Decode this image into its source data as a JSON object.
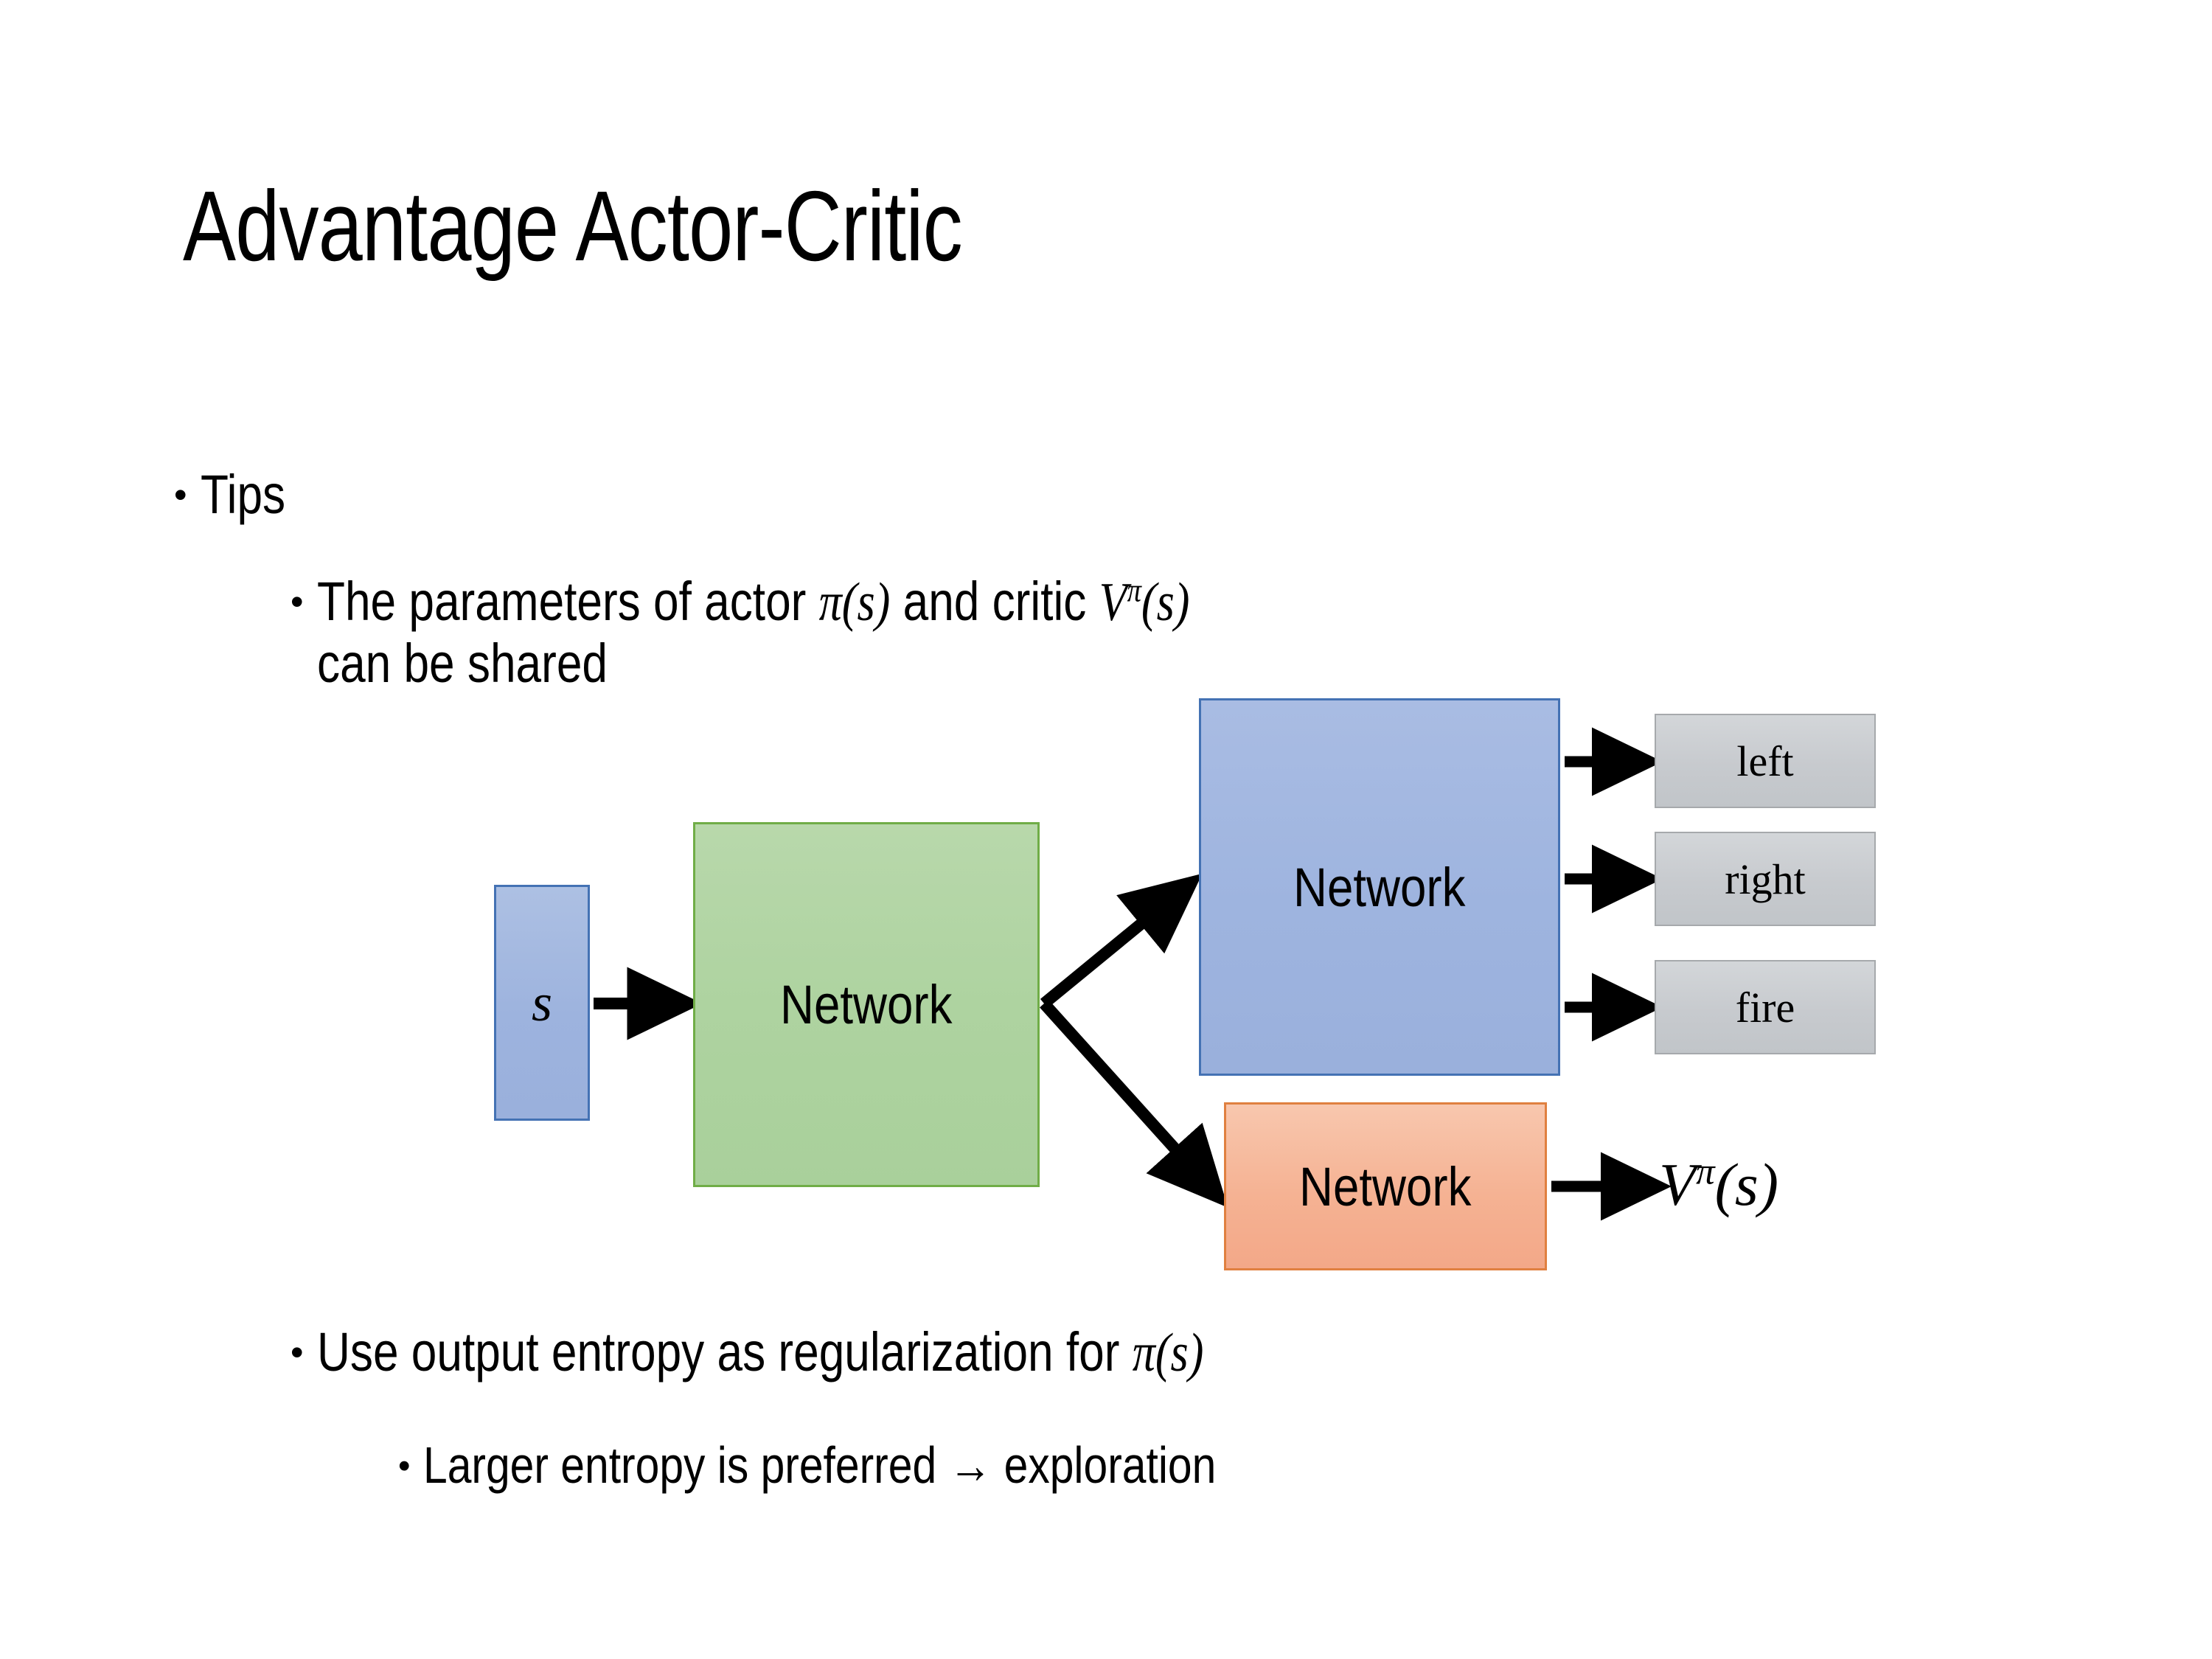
{
  "slide": {
    "title": "Advantage Actor-Critic",
    "background_color": "#ffffff",
    "text_color": "#000000"
  },
  "bullets": {
    "tips": {
      "marker": "•",
      "text": "Tips"
    },
    "params": {
      "marker": "•",
      "line1_prefix": "The parameters of actor ",
      "line1_math_actor_symbol": "π",
      "line1_math_actor_arg": "(s)",
      "line1_mid": "  and critic ",
      "line1_math_critic_symbol": "V",
      "line1_math_critic_sup": "π",
      "line1_math_critic_arg": "(s)",
      "line2": "can be shared"
    },
    "entropy": {
      "marker": "•",
      "prefix": "Use output entropy as regularization for ",
      "math_symbol": "π",
      "math_arg": "(s)"
    },
    "larger": {
      "marker": "•",
      "text": "Larger entropy is preferred → exploration"
    }
  },
  "diagram": {
    "input_node": {
      "label": "s",
      "fill": "#9db3de",
      "border": "#4472b4"
    },
    "shared_network": {
      "label": "Network",
      "fill": "#aed3a0",
      "border": "#70ad47"
    },
    "actor_network": {
      "label": "Network",
      "fill": "#9eb4df",
      "border": "#4472b4"
    },
    "critic_network": {
      "label": "Network",
      "fill": "#f5b293",
      "border": "#e08040"
    },
    "action_outputs": [
      {
        "label": "left",
        "fill": "#c7cace",
        "border": "#a6a9ac"
      },
      {
        "label": "right",
        "fill": "#c7cace",
        "border": "#a6a9ac"
      },
      {
        "label": "fire",
        "fill": "#c7cace",
        "border": "#a6a9ac"
      }
    ],
    "value_output": {
      "symbol": "V",
      "superscript": "π",
      "argument": "(s)"
    },
    "arrow_color": "#000000"
  }
}
